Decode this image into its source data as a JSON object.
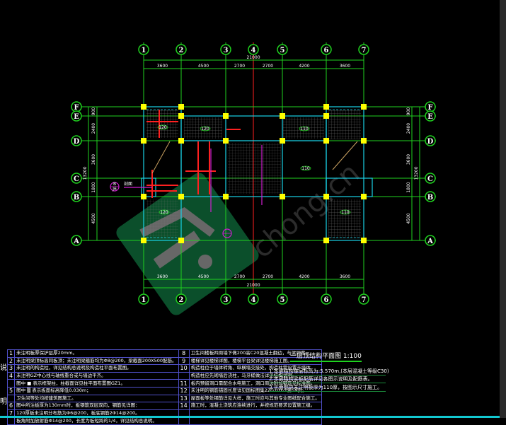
{
  "drawing": {
    "columns": [
      "1",
      "2",
      "3",
      "4",
      "5",
      "6",
      "7"
    ],
    "rows": [
      "F",
      "E",
      "D",
      "C",
      "B",
      "A"
    ],
    "col_dims": [
      "3600",
      "4500",
      "2700",
      "2700",
      "4200",
      "3600"
    ],
    "col_total": "21000",
    "row_dims": [
      "900",
      "2400",
      "3600",
      "1800",
      "4500"
    ],
    "row_total": "13200",
    "section_marker": {
      "top": "B",
      "bottom": "J6",
      "label": "剖面"
    },
    "room_labels": [
      "120",
      "120",
      "110",
      "110",
      "120",
      "110"
    ],
    "watermark": "chong.cn",
    "colors": {
      "axis": "#1fd21f",
      "wall": "#19d2e6",
      "column": "#ffff00",
      "beam": "#ff2020",
      "dim": "#b400ff",
      "bg": "#000000"
    }
  },
  "title_block": {
    "title": "一层顶结构平面图 1:100",
    "notes": [
      "1.本层结构楼层标高为-5.570m,(本层混凝土等级C30)",
      "2.本层结构梁板配筋详见各图示说明及配筋表。",
      "3.平面图中未注明板厚为110厚，按图示尺寸施工。"
    ]
  },
  "general_notes": {
    "side_label": [
      "说",
      "明"
    ],
    "left": [
      {
        "n": "1",
        "text": "未注明板厚保护层厚20mm。"
      },
      {
        "n": "2",
        "text": "未注明梁顶标高同板顶；未注明梁箍筋均为Φ8@200，梁截面200X500配筋。"
      },
      {
        "n": "3",
        "text": "未注明的构造柱，详见结构总说明及构造柱平面布置图。"
      },
      {
        "n": "4",
        "text": "未注明GZ中心线与轴线重合或与墙边平齐。"
      },
      {
        "n": "",
        "text": "图中 ■ 表示框架柱，柱截面详见柱平面布置图GZ1。"
      },
      {
        "n": "5",
        "text": "图中 ▒ 表示板面标高降低0.030m；"
      },
      {
        "n": "",
        "text": "卫生间等处均按建筑图施工。"
      },
      {
        "n": "6",
        "text": "图中所注板厚为130mm时，板钢筋双层双向，钢筋见详图："
      },
      {
        "n": "7",
        "text": "120厚板未注明分布筋为Φ6@200，板底钢筋2Φ14@200。"
      },
      {
        "n": "",
        "text": "板角附加放射筋Φ14@200，长度为板短跨的1/4，详见结构总说明。"
      }
    ],
    "right": [
      {
        "n": "8",
        "text": "卫生间楼板四周墙下做200高C20混凝土翻边，与梁同宽。"
      },
      {
        "n": "9",
        "text": "楼梯详见楼梯详图，楼梯平台梁详见楼梯施工图。"
      },
      {
        "n": "10",
        "text": "构造柱位于墙体转角、纵横墙交接处，构造柱需设置于墙体"
      },
      {
        "n": "",
        "text": "构造柱应先砌墙后浇柱，马牙槎做法详见结构说明。"
      },
      {
        "n": "11",
        "text": "板内预留洞口需配合水电施工，洞口周边附加钢筋见标准图。"
      },
      {
        "n": "12",
        "text": "未注明的钢筋锚固长度详见国标图集22G101-1第59页。"
      },
      {
        "n": "13",
        "text": "屋面板等处钢筋详见大样，施工时应与其他专业图纸配合施工。"
      },
      {
        "n": "14",
        "text": "施工时，混凝土浇筑应连续进行，并按规范要求设置施工缝。"
      },
      {
        "n": "",
        "text": ""
      },
      {
        "n": "",
        "text": ""
      }
    ]
  }
}
